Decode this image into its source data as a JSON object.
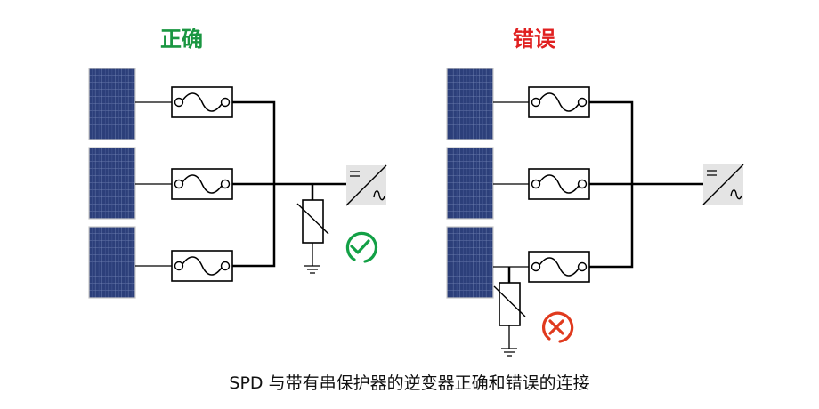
{
  "diagram": {
    "correct": {
      "title": "正确",
      "title_color": "#1a9641",
      "status_icon": "check-circle-icon",
      "status_color": "#13a046"
    },
    "wrong": {
      "title": "错误",
      "title_color": "#e02020",
      "status_icon": "x-circle-icon",
      "status_color": "#e03a1e"
    },
    "caption": "SPD 与带有串保护器的逆变器正确和错误的连接",
    "colors": {
      "panel": "#2c3f7a",
      "panel_grid": "#8b9cc8",
      "panel_border": "#c8c8c8",
      "inverter_fill": "#e4e4e4",
      "wire": "#000000"
    },
    "components": {
      "solar_panels_per_side": 3,
      "fuses_per_side": 3,
      "inverter_symbol_dc": "=",
      "inverter_symbol_ac": "~"
    }
  }
}
